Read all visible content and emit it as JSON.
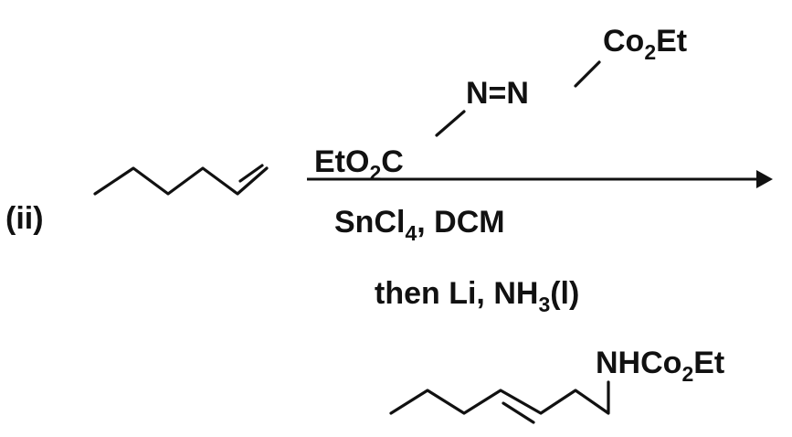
{
  "scheme": {
    "label": "(ii)",
    "reagent_azo": {
      "left_group": "EtO",
      "left_sub": "2",
      "left_tail": "C",
      "azo": "N=N",
      "right_group": "Co",
      "right_sub": "2",
      "right_tail": "Et"
    },
    "conditions_line1": {
      "main": "SnCl",
      "sub": "4",
      "tail": ", DCM"
    },
    "conditions_line2": {
      "main": "then Li, NH",
      "sub": "3",
      "tail": "(l)"
    },
    "product_group": {
      "main": "NHCo",
      "sub": "2",
      "tail": "Et"
    }
  },
  "colors": {
    "ink": "#111111",
    "background": "#ffffff"
  }
}
